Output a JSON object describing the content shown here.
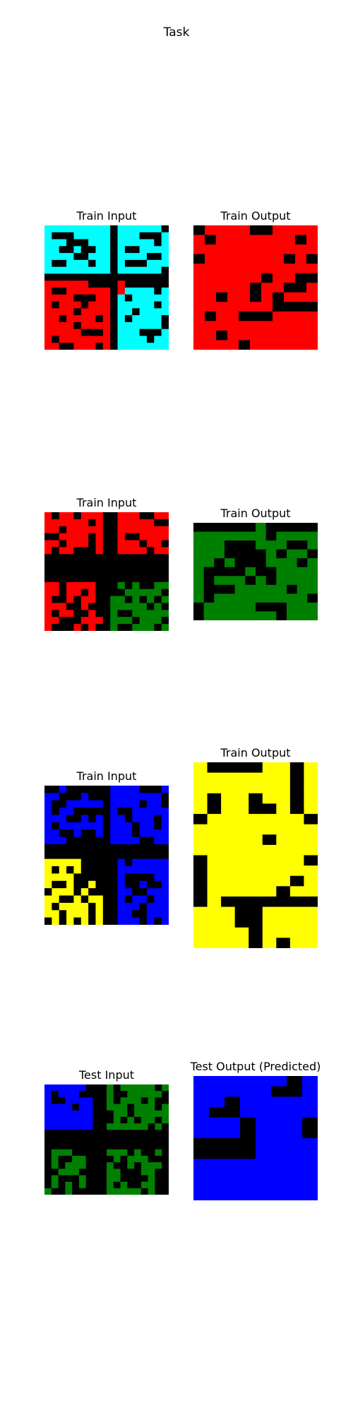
{
  "title": "Task",
  "palette": {
    "0": "#000000",
    "1": "#0000ff",
    "2": "#ff0000",
    "3": "#008000",
    "4": "#ffff00",
    "8": "#00ffff"
  },
  "panels": [
    {
      "title": "Train Input",
      "grid": [
        "88888888808888880",
        "80008888808880008",
        "88800088808888808",
        "88008008808008888",
        "88880088808888008",
        "80088808808000888",
        "88888888808888880",
        "00000000000000000",
        "22222200002000000",
        "20022222202888808",
        "22220002208088888",
        "20222022208888808",
        "22220222208808888",
        "22022220208088880",
        "22220222208888880",
        "22222000208880008",
        "20222222208888088",
        "22002220208888888"
      ]
    },
    {
      "title": "Train Output",
      "grid": [
        "02222002222",
        "20222222202",
        "22222222222",
        "02222222020",
        "22222222222",
        "22222202200",
        "22222022002",
        "22022020222",
        "22222220000",
        "20220002222",
        "22222222222",
        "22022222222",
        "22220222222"
      ]
    },
    {
      "title": "Train Input",
      "grid": [
        "20220222002220022",
        "22222202002222200",
        "22022222002222222",
        "00222202002002222",
        "22022202002220220",
        "20220002002222022",
        "00000000000000000",
        "00000000000000000",
        "00000000000000000",
        "00000000000000000",
        "22022220003030033",
        "22022020000333330",
        "20020220033030303",
        "22200200033333030",
        "20220020030033333",
        "22000222033303330",
        "20002020030033303"
      ]
    },
    {
      "title": "Train Output",
      "grid": [
        "000000300000",
        "333333303333",
        "333000333003",
        "333000030330",
        "330300033303",
        "300003003333",
        "303330303333",
        "300033333033",
        "303333333330",
        "033333000333",
        "033333330333"
      ]
    },
    {
      "title": "Train Input",
      "grid": [
        "00100000011110001",
        "11000100011111110",
        "10011111011110110",
        "10110000010011111",
        "11100101011011101",
        "10111111011101101",
        "11001001011101111",
        "11100000011110011",
        "00000000000000000",
        "00000000000000000",
        "44444000001011111",
        "40404000001111111",
        "44440000001000011",
        "40040040001001001",
        "04440400001100111",
        "44004044001011011",
        "40444404001110111",
        "44044404001100111",
        "04040404001110101"
      ]
    },
    {
      "title": "Train Output",
      "grid": [
        "400004404",
        "444444404",
        "444444404",
        "404404404",
        "404400404",
        "044444440",
        "444444444",
        "444440444",
        "444444444",
        "044444440",
        "044444444",
        "044444404",
        "044444044",
        "040000000",
        "444004444",
        "444004444",
        "444404444",
        "444404044"
      ]
    },
    {
      "title": "Test Input",
      "grid": [
        "111111000303333303",
        "101110000300333330",
        "100111100303330300",
        "111101100333033303",
        "111111100033033333",
        "111111100030303303",
        "111111100333333030",
        "000000000000000000",
        "000000000000000000",
        "000000000000000000",
        "033300000333030030",
        "030033000030333000",
        "030333000300303330",
        "003330000330003300",
        "030003000330000300",
        "030303000303003300",
        "300300000333330300"
      ]
    },
    {
      "title": "Test Output (Predicted)",
      "grid": [
        "11111101",
        "11111001",
        "11011111",
        "10011111",
        "11101110",
        "11101110",
        "00001111",
        "00001111",
        "11111111",
        "11111111",
        "11111111",
        "11111111"
      ]
    }
  ]
}
